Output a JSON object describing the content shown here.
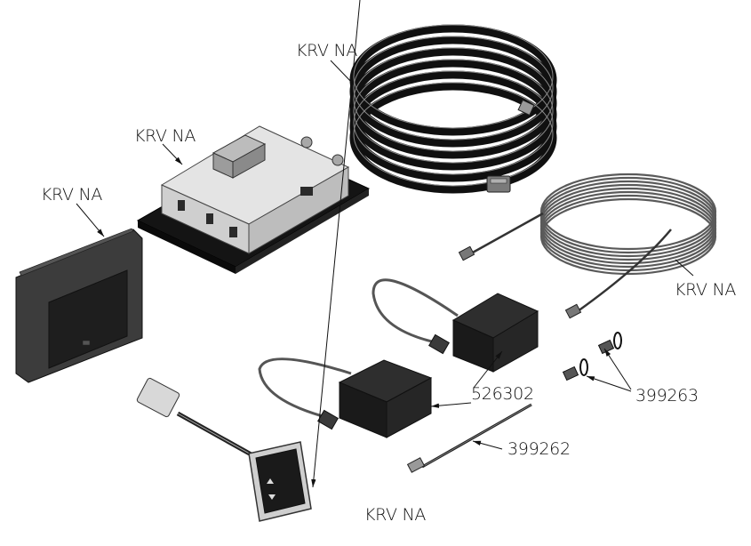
{
  "diagram": {
    "type": "exploded-parts-view",
    "callouts": [
      {
        "id": "main-harness",
        "label": "KRV NA",
        "part": "main-harness-cable-coil"
      },
      {
        "id": "control-module",
        "label": "KRV NA",
        "part": "control-module"
      },
      {
        "id": "display",
        "label": "KRV NA",
        "part": "touchscreen-display"
      },
      {
        "id": "extension-cable",
        "label": "KRV NA",
        "part": "extension-cable-coil"
      },
      {
        "id": "sensors",
        "label": "526302",
        "part": "level-sensor-pair"
      },
      {
        "id": "terminators",
        "label": "399263",
        "part": "terminator-plug-pair"
      },
      {
        "id": "pigtail",
        "label": "399262",
        "part": "pigtail-harness"
      },
      {
        "id": "keypad",
        "label": "KRV NA",
        "part": "keypad-control-panel"
      }
    ]
  },
  "colors": {
    "background": "#ffffff",
    "ink": "#111111",
    "dark_part": "#1c1c1c",
    "mid_part": "#4a4a4a",
    "light_part": "#d8d8d8",
    "cable_gray": "#5a5a5a"
  }
}
